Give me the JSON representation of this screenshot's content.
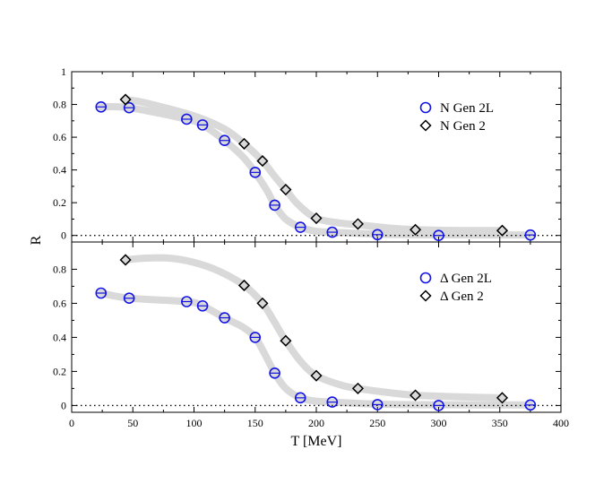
{
  "chart_data": {
    "type": "scatter",
    "xlabel": "T [MeV]",
    "ylabel": "R",
    "xlim": [
      0,
      400
    ],
    "x_ticks": [
      0,
      50,
      100,
      150,
      200,
      250,
      300,
      350,
      400
    ],
    "colors": {
      "gen2l": "#1414e6",
      "gen2": "#000000",
      "band": "#d9d9d9"
    },
    "panels": [
      {
        "ylim": [
          -0.04,
          1.0
        ],
        "y_ticks": [
          0,
          0.2,
          0.4,
          0.6,
          0.8,
          1
        ],
        "y_tick_labels": [
          "0",
          "0.2",
          "0.4",
          "0.6",
          "0.8",
          "1"
        ],
        "legend": [
          "N Gen 2L",
          "N Gen 2"
        ],
        "series": [
          {
            "name": "N Gen 2L",
            "marker": "circle",
            "x": [
              24,
              47,
              94,
              107,
              125,
              150,
              166,
              187,
              213,
              250,
              300,
              375
            ],
            "y": [
              0.785,
              0.78,
              0.71,
              0.675,
              0.58,
              0.385,
              0.185,
              0.05,
              0.02,
              0.005,
              0.0,
              0.003
            ]
          },
          {
            "name": "N Gen 2",
            "marker": "diamond",
            "x": [
              44,
              141,
              156,
              175,
              200,
              234,
              281,
              352
            ],
            "y": [
              0.83,
              0.56,
              0.455,
              0.28,
              0.105,
              0.07,
              0.035,
              0.03
            ]
          }
        ],
        "bands": [
          {
            "x": [
              24,
              47,
              94,
              107,
              125,
              140,
              150,
              160,
              166,
              175,
              187,
              200,
              213,
              250,
              300,
              375
            ],
            "y": [
              0.785,
              0.78,
              0.71,
              0.675,
              0.58,
              0.48,
              0.385,
              0.27,
              0.185,
              0.1,
              0.05,
              0.025,
              0.02,
              0.008,
              0.004,
              0.003
            ]
          },
          {
            "x": [
              44,
              60,
              100,
              125,
              141,
              156,
              165,
              175,
              185,
              200,
              220,
              234,
              260,
              281,
              320,
              352
            ],
            "y": [
              0.83,
              0.81,
              0.73,
              0.65,
              0.56,
              0.455,
              0.37,
              0.28,
              0.19,
              0.105,
              0.075,
              0.065,
              0.045,
              0.035,
              0.03,
              0.03
            ]
          }
        ]
      },
      {
        "ylim": [
          -0.04,
          0.96
        ],
        "y_ticks": [
          0,
          0.2,
          0.4,
          0.6,
          0.8
        ],
        "y_tick_labels": [
          "0",
          "0.2",
          "0.4",
          "0.6",
          "0.8"
        ],
        "legend": [
          "Δ Gen 2L",
          "Δ Gen 2"
        ],
        "series": [
          {
            "name": "Δ Gen 2L",
            "marker": "circle",
            "x": [
              24,
              47,
              94,
              107,
              125,
              150,
              166,
              187,
              213,
              250,
              300,
              375
            ],
            "y": [
              0.66,
              0.63,
              0.61,
              0.585,
              0.515,
              0.4,
              0.19,
              0.045,
              0.02,
              0.005,
              0.0,
              0.003
            ]
          },
          {
            "name": "Δ Gen 2",
            "marker": "diamond",
            "x": [
              44,
              141,
              156,
              175,
              200,
              234,
              281,
              352
            ],
            "y": [
              0.855,
              0.705,
              0.6,
              0.38,
              0.175,
              0.1,
              0.06,
              0.045
            ]
          }
        ],
        "bands": [
          {
            "x": [
              24,
              47,
              94,
              107,
              125,
              140,
              150,
              158,
              166,
              175,
              187,
              200,
              213,
              250,
              300,
              375
            ],
            "y": [
              0.66,
              0.63,
              0.61,
              0.585,
              0.515,
              0.46,
              0.4,
              0.3,
              0.19,
              0.1,
              0.045,
              0.025,
              0.02,
              0.008,
              0.004,
              0.003
            ]
          },
          {
            "x": [
              44,
              60,
              80,
              100,
              120,
              141,
              156,
              165,
              175,
              187,
              200,
              220,
              234,
              260,
              281,
              320,
              352
            ],
            "y": [
              0.855,
              0.865,
              0.865,
              0.84,
              0.79,
              0.705,
              0.6,
              0.5,
              0.38,
              0.26,
              0.175,
              0.12,
              0.1,
              0.075,
              0.06,
              0.05,
              0.045
            ]
          }
        ]
      }
    ]
  }
}
